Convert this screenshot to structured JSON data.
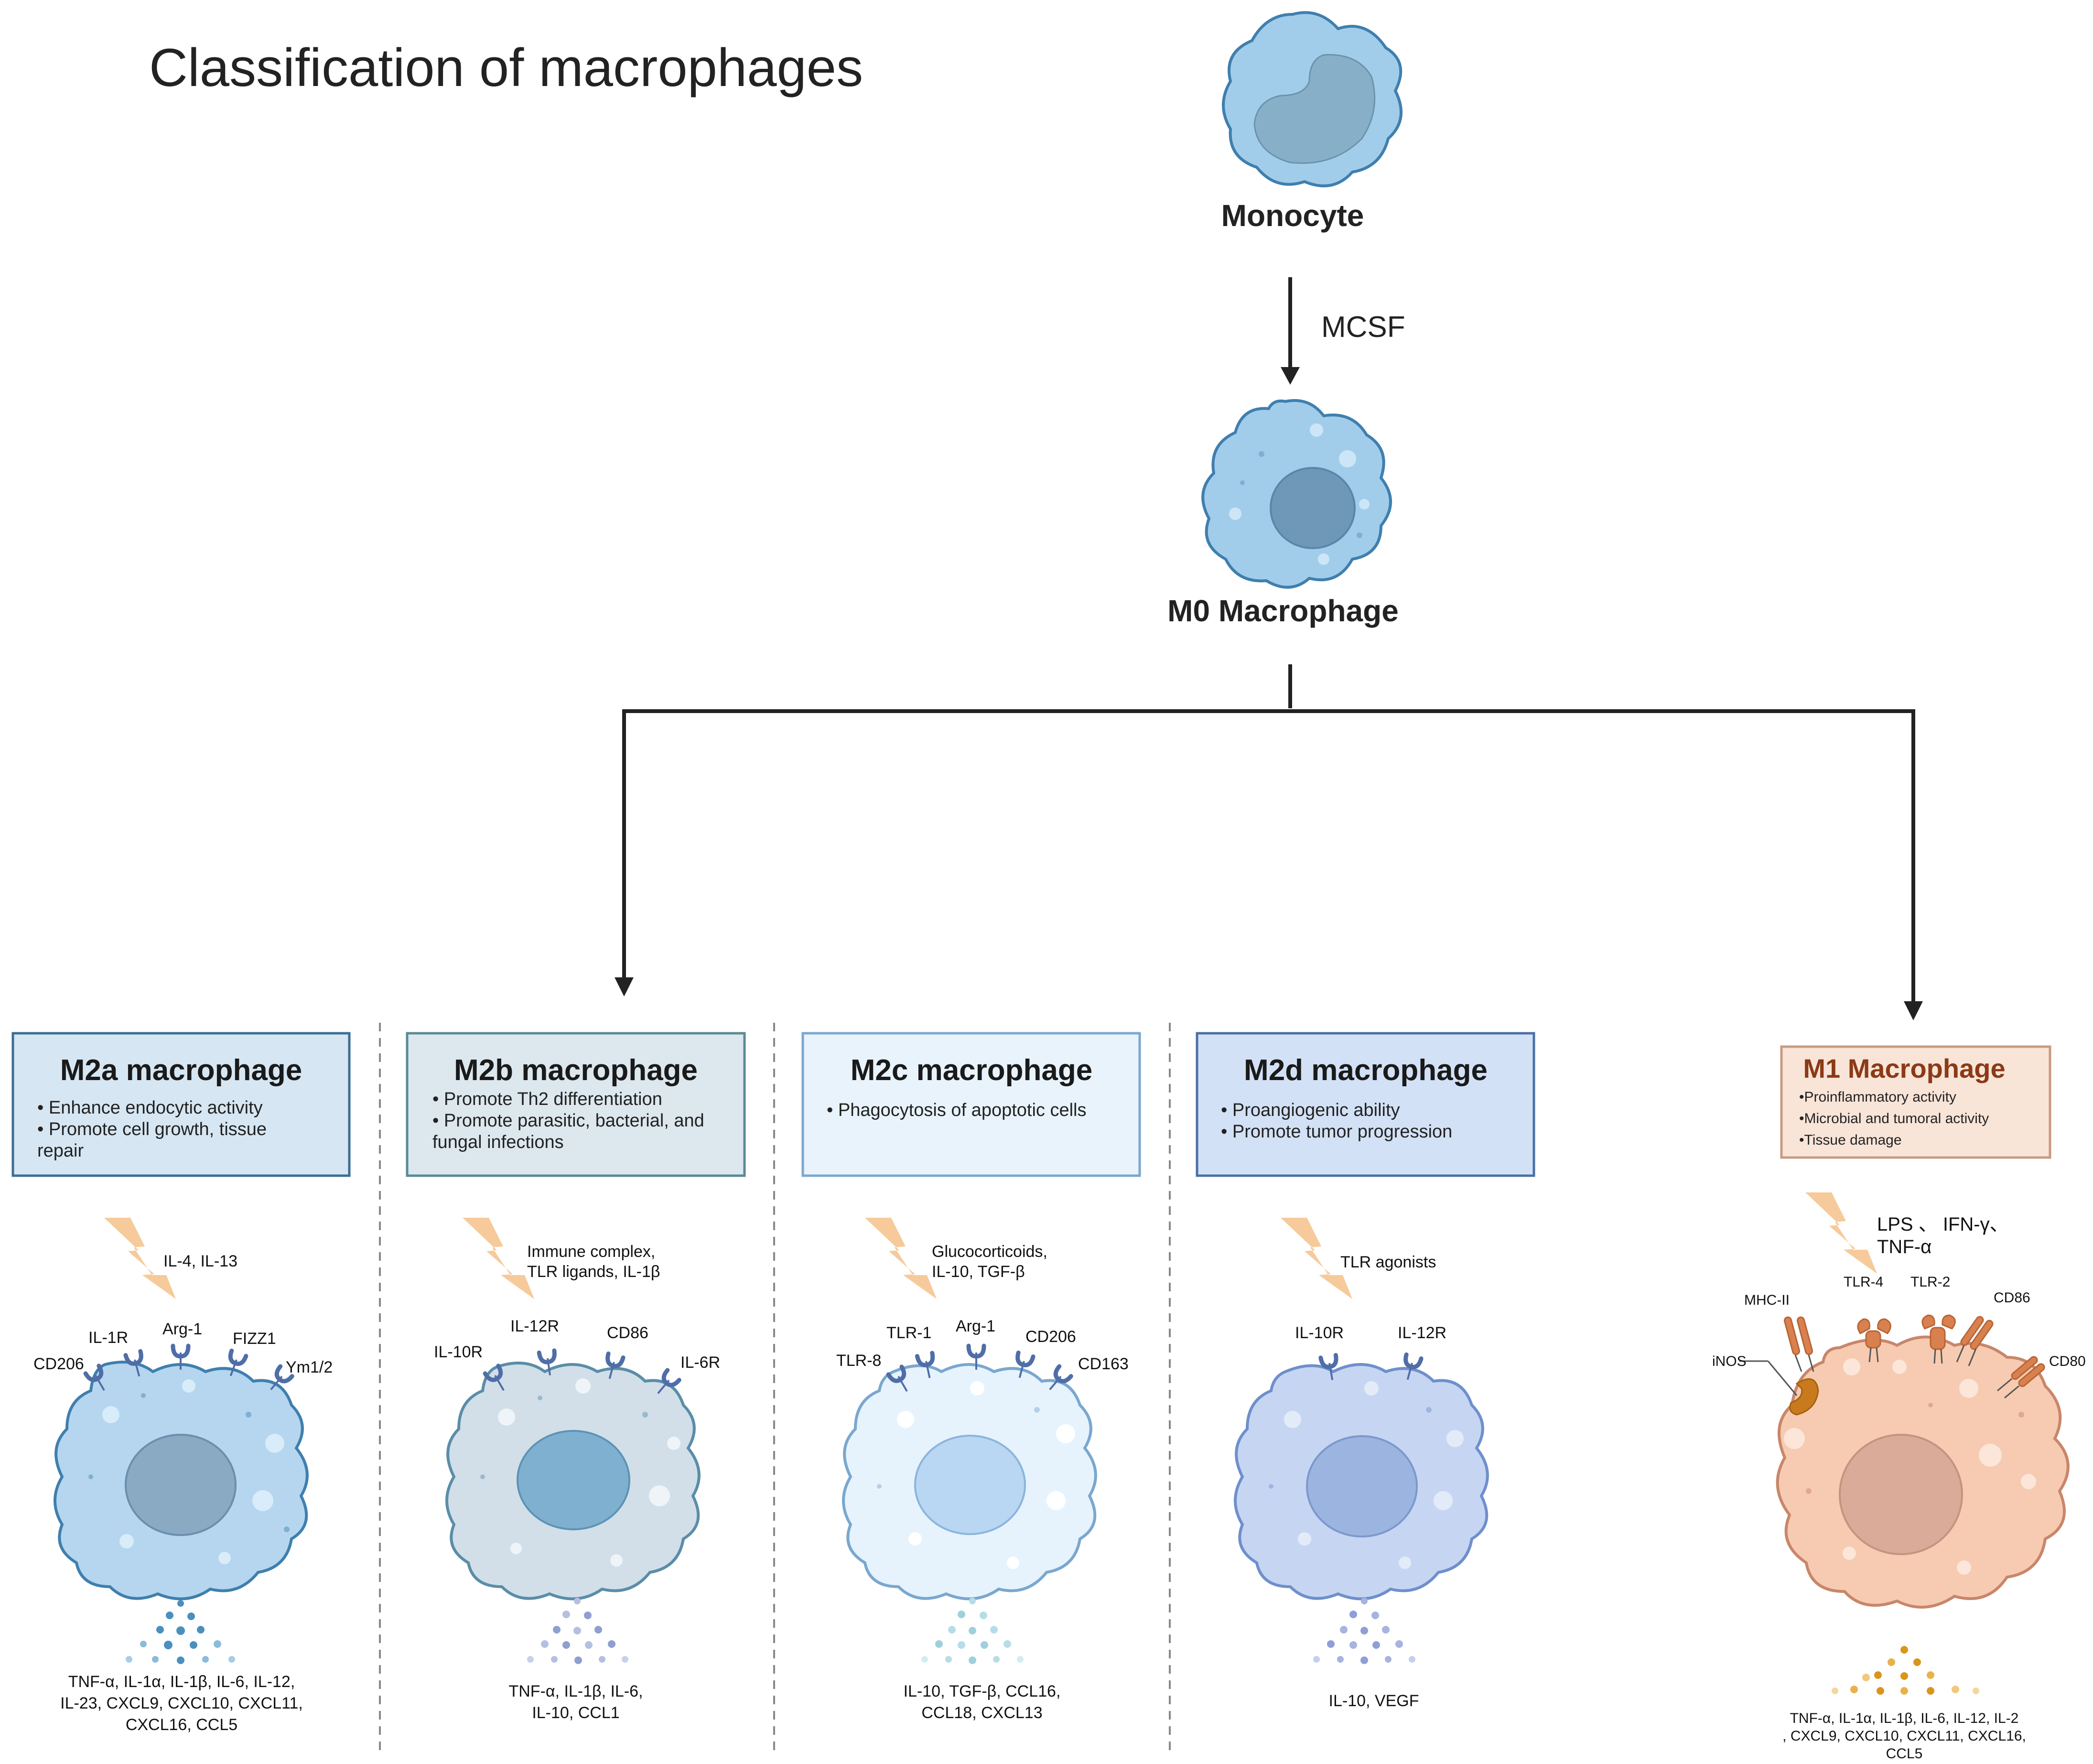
{
  "title": "Classification of   macrophages",
  "monocyte": {
    "label": "Monocyte"
  },
  "mcsf": "MCSF",
  "m0": {
    "label": "M0 Macrophage"
  },
  "m2a": {
    "title": "M2a macrophage",
    "bullets": [
      "• Enhance endocytic activity",
      "• Promote cell growth, tissue",
      "repair"
    ],
    "stimulus": [
      "IL-4, IL-13"
    ],
    "receptors": [
      "CD206",
      "IL-1R",
      "Arg-1",
      "FIZZ1",
      "Ym1/2"
    ],
    "secreted": [
      "TNF-α, IL-1α, IL-1β, IL-6, IL-12,",
      "IL-23, CXCL9, CXCL10, CXCL11,",
      "CXCL16, CCL5"
    ]
  },
  "m2b": {
    "title": "M2b macrophage",
    "bullets": [
      "• Promote Th2 differentiation",
      "• Promote parasitic, bacterial, and",
      "fungal infections"
    ],
    "stimulus": [
      "Immune complex,",
      "TLR ligands, IL-1β"
    ],
    "receptors": [
      "IL-10R",
      "IL-12R",
      "CD86",
      "IL-6R"
    ],
    "secreted": [
      "TNF-α, IL-1β, IL-6,",
      "IL-10, CCL1"
    ]
  },
  "m2c": {
    "title": "M2c macrophage",
    "bullets": [
      "• Phagocytosis of apoptotic cells"
    ],
    "stimulus": [
      "Glucocorticoids,",
      "IL-10, TGF-β"
    ],
    "receptors": [
      "TLR-8",
      "TLR-1",
      "Arg-1",
      "CD206",
      "CD163"
    ],
    "secreted": [
      "IL-10, TGF-β, CCL16,",
      "CCL18, CXCL13"
    ]
  },
  "m2d": {
    "title": "M2d macrophage",
    "bullets": [
      "• Proangiogenic ability",
      "• Promote tumor progression"
    ],
    "stimulus": [
      "TLR agonists"
    ],
    "receptors": [
      "IL-10R",
      "IL-12R"
    ],
    "secreted": [
      "IL-10, VEGF"
    ]
  },
  "m1": {
    "title": "M1 Macrophage",
    "bullets": [
      "•Proinflammatory activity",
      "•Microbial and tumoral activity",
      "•Tissue damage"
    ],
    "stimulus": [
      "LPS 、 IFN-γ、",
      "TNF-α"
    ],
    "receptors": [
      "MHC-II",
      "TLR-4",
      "TLR-2",
      "CD86",
      "CD80",
      "iNOS"
    ],
    "secreted": [
      "TNF-α, IL-1α, IL-1β, IL-6, IL-12, IL-2",
      ", CXCL9, CXCL10, CXCL11, CXCL16,",
      "CCL5"
    ]
  },
  "colors": {
    "m2a_box": "#d6e6f2",
    "m2a_border": "#3b6e96",
    "m2a_cell": "#b5d6ee",
    "m2a_nucleus": "#8aa9c2",
    "m2b_box": "#dce7ee",
    "m2b_border": "#5a8a95",
    "m2b_cell": "#d2dfe8",
    "m2b_nucleus": "#7fb0d0",
    "m2c_box": "#e8f3fc",
    "m2c_border": "#7aa7cf",
    "m2c_cell": "#e6f3fd",
    "m2c_nucleus": "#b9d6f2",
    "m2d_box": "#d3e1f6",
    "m2d_border": "#4a6fa6",
    "m2d_cell": "#c6d6f2",
    "m2d_nucleus": "#9cb4e0",
    "m1_box": "#f9e4d8",
    "m1_border": "#c89a80",
    "m1_title": "#8a3a16",
    "m1_cell": "#f6cbb2",
    "m1_nucleus": "#d9ab98",
    "bolt": "#f5c795",
    "receptor": "#4f6ea8",
    "m1_receptor": "#d9814e"
  }
}
